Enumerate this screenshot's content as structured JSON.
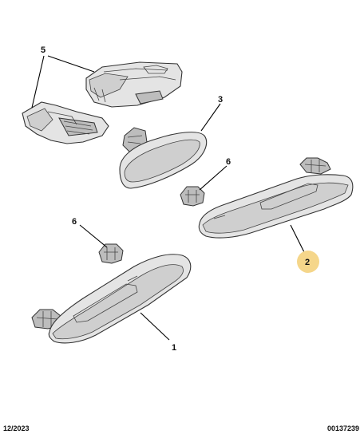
{
  "callouts": {
    "c1": "1",
    "c2": "2",
    "c3": "3",
    "c5": "5",
    "c6a": "6",
    "c6b": "6"
  },
  "highlight_color": "#f5d68a",
  "footer": {
    "date": "12/2023",
    "reference": "00137239"
  }
}
